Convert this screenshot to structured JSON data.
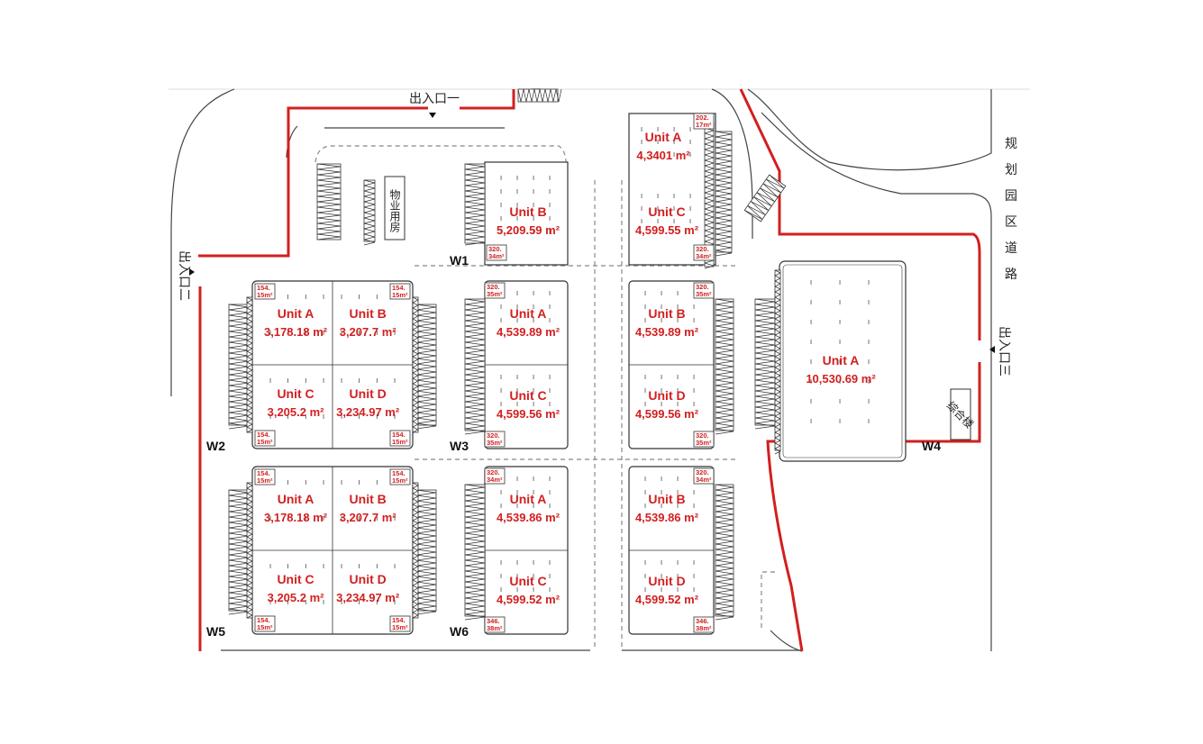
{
  "colors": {
    "boundary": "#d21f1f",
    "line": "#333333",
    "label": "#d21f1f",
    "background": "#ffffff"
  },
  "labels": {
    "entrance_1": "出入口一",
    "entrance_2": "出入口二",
    "entrance_3": "出入口三",
    "property_room": "物业用房",
    "complex_building": "综合楼",
    "planned_road": "规划园区道路"
  },
  "warehouses": [
    {
      "id": "W1",
      "label": "W1",
      "units": [
        {
          "name": "Unit B",
          "area": "5,209.59 m²"
        },
        {
          "name": "Unit A",
          "area": "4,3401 m²"
        },
        {
          "name": "Unit C",
          "area": "4,599.55 m²"
        }
      ],
      "offices": [
        "320.\n34m²",
        "202.\n17m²",
        "320.\n34m²"
      ]
    },
    {
      "id": "W2",
      "label": "W2",
      "units": [
        {
          "name": "Unit A",
          "area": "3,178.18 m²"
        },
        {
          "name": "Unit B",
          "area": "3,207.7 m²"
        },
        {
          "name": "Unit C",
          "area": "3,205.2 m²"
        },
        {
          "name": "Unit D",
          "area": "3,234.97 m²"
        }
      ],
      "offices": [
        "154.\n15m²",
        "154.\n15m²",
        "154.\n15m²",
        "154.\n15m²"
      ]
    },
    {
      "id": "W3",
      "label": "W3",
      "units": [
        {
          "name": "Unit A",
          "area": "4,539.89 m²"
        },
        {
          "name": "Unit B",
          "area": "4,539.89 m²"
        },
        {
          "name": "Unit C",
          "area": "4,599.56 m²"
        },
        {
          "name": "Unit D",
          "area": "4,599.56 m²"
        }
      ],
      "offices": [
        "320.\n35m²",
        "320.\n35m²",
        "320.\n35m²",
        "320.\n35m²"
      ]
    },
    {
      "id": "W4",
      "label": "W4",
      "units": [
        {
          "name": "Unit A",
          "area": "10,530.69 m²"
        }
      ],
      "offices": []
    },
    {
      "id": "W5",
      "label": "W5",
      "units": [
        {
          "name": "Unit A",
          "area": "3,178.18 m²"
        },
        {
          "name": "Unit B",
          "area": "3,207.7 m²"
        },
        {
          "name": "Unit C",
          "area": "3,205.2 m²"
        },
        {
          "name": "Unit D",
          "area": "3,234.97 m²"
        }
      ],
      "offices": [
        "154.\n15m²",
        "154.\n15m²",
        "154.\n15m²",
        "154.\n15m²"
      ]
    },
    {
      "id": "W6",
      "label": "W6",
      "units": [
        {
          "name": "Unit A",
          "area": "4,539.86 m²"
        },
        {
          "name": "Unit B",
          "area": "4,539.86 m²"
        },
        {
          "name": "Unit C",
          "area": "4,599.52 m²"
        },
        {
          "name": "Unit D",
          "area": "4,599.52 m²"
        }
      ],
      "offices": [
        "320.\n34m²",
        "320.\n34m²",
        "346.\n38m²",
        "346.\n38m²"
      ]
    }
  ]
}
